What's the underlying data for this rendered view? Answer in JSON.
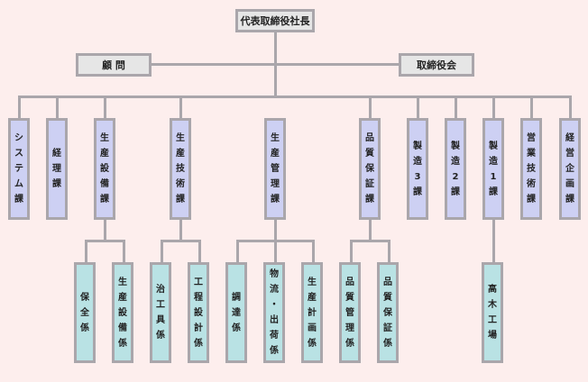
{
  "title": "組織図",
  "top": {
    "president": "代表取締役社長",
    "advisor": "顧 問",
    "board": "取締役会"
  },
  "departments": [
    {
      "label": "システム課"
    },
    {
      "label": "経理課"
    },
    {
      "label": "生産設備課",
      "sections": [
        "保全係",
        "生産設備係"
      ]
    },
    {
      "label": "生産技術課",
      "sections": [
        "治工具係",
        "工程設計係"
      ]
    },
    {
      "label": "生産管理課",
      "sections": [
        "調達係",
        "物流・出荷係",
        "生産計画係"
      ]
    },
    {
      "label": "品質保証課",
      "sections": [
        "品質管理係",
        "品質保証係"
      ]
    },
    {
      "label": "製造3課"
    },
    {
      "label": "製造2課"
    },
    {
      "label": "製造1課",
      "sections": [
        "高木工場"
      ]
    },
    {
      "label": "営業技術課"
    },
    {
      "label": "経営企画課"
    }
  ],
  "colors": {
    "background": "#fdeeed",
    "executive": "#e6e6e6",
    "department": "#cdd0f3",
    "section": "#b9e2e4",
    "line": "#aaa6ab"
  }
}
